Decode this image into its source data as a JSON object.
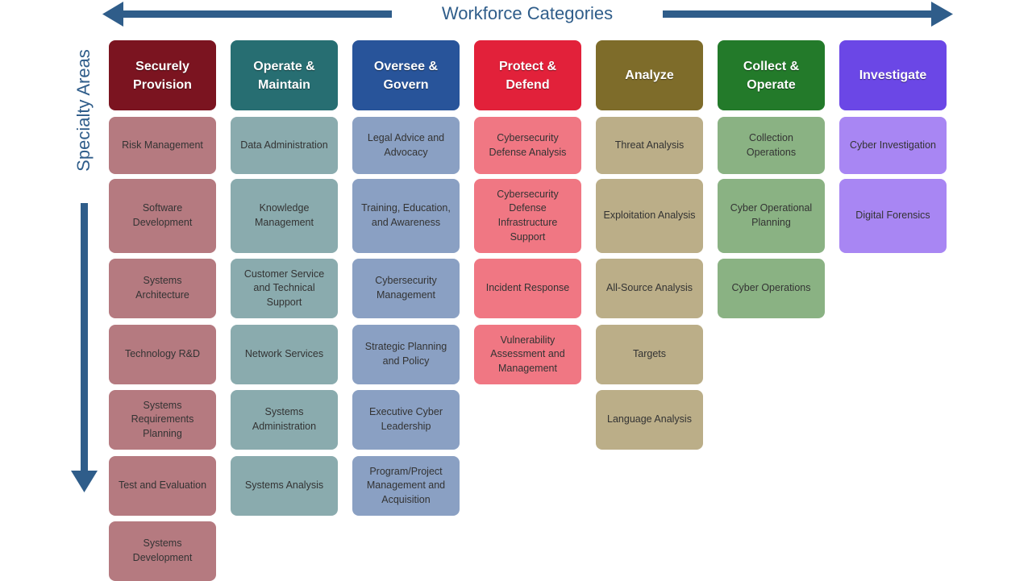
{
  "horizontal_label": "Workforce Categories",
  "vertical_label": "Specialty Areas",
  "arrow_color": "#2f5d8a",
  "categories": [
    {
      "name": "Securely\nProvision",
      "header_color": "#7b1420",
      "item_color": "#b57a80",
      "items": [
        "Risk Management",
        "Software\nDevelopment",
        "Systems\nArchitecture",
        "Technology R&D",
        "Systems\nRequirements\nPlanning",
        "Test and Evaluation",
        "Systems\nDevelopment"
      ]
    },
    {
      "name": "Operate &\nMaintain",
      "header_color": "#276e72",
      "item_color": "#8aabae",
      "items": [
        "Data Administration",
        "Knowledge\nManagement",
        "Customer Service\nand Technical\nSupport",
        "Network Services",
        "Systems\nAdministration",
        "Systems Analysis"
      ]
    },
    {
      "name": "Oversee &\nGovern",
      "header_color": "#28549a",
      "item_color": "#8aa0c3",
      "items": [
        "Legal Advice and\nAdvocacy",
        "Training, Education,\nand Awareness",
        "Cybersecurity\nManagement",
        "Strategic Planning\nand Policy",
        "Executive Cyber\nLeadership",
        "Program/Project\nManagement and\nAcquisition"
      ]
    },
    {
      "name": "Protect &\nDefend",
      "header_color": "#e2213a",
      "item_color": "#f07783",
      "items": [
        "Cybersecurity\nDefense Analysis",
        "Cybersecurity\nDefense\nInfrastructure\nSupport",
        "Incident Response",
        "Vulnerability\nAssessment and\nManagement"
      ]
    },
    {
      "name": "Analyze",
      "header_color": "#7e6c2a",
      "item_color": "#bbae88",
      "items": [
        "Threat Analysis",
        "Exploitation Analysis",
        "All-Source Analysis",
        "Targets",
        "Language Analysis"
      ]
    },
    {
      "name": "Collect &\nOperate",
      "header_color": "#237a2a",
      "item_color": "#8ab283",
      "items": [
        "Collection\nOperations",
        "Cyber Operational\nPlanning",
        "Cyber Operations"
      ]
    },
    {
      "name": "Investigate",
      "header_color": "#6b47e6",
      "item_color": "#a886f3",
      "items": [
        "Cyber Investigation",
        "Digital Forensics"
      ]
    }
  ]
}
